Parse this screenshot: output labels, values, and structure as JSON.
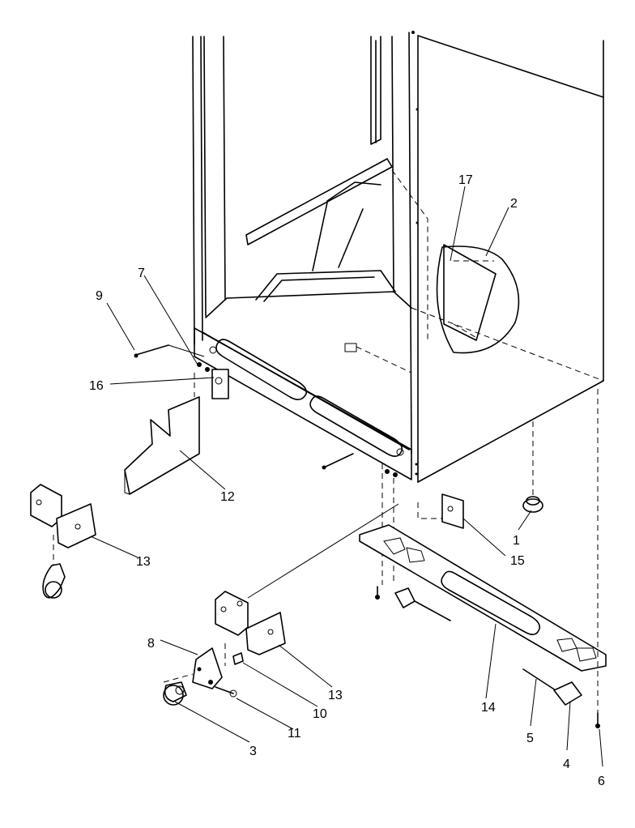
{
  "diagram": {
    "callouts": [
      {
        "id": "1",
        "text": "1"
      },
      {
        "id": "2",
        "text": "2"
      },
      {
        "id": "3",
        "text": "3"
      },
      {
        "id": "4",
        "text": "4"
      },
      {
        "id": "5",
        "text": "5"
      },
      {
        "id": "6",
        "text": "6"
      },
      {
        "id": "7",
        "text": "7"
      },
      {
        "id": "8",
        "text": "8"
      },
      {
        "id": "9",
        "text": "9"
      },
      {
        "id": "10",
        "text": "10"
      },
      {
        "id": "11",
        "text": "11"
      },
      {
        "id": "12",
        "text": "12"
      },
      {
        "id": "13a",
        "text": "13"
      },
      {
        "id": "13b",
        "text": "13"
      },
      {
        "id": "14",
        "text": "14"
      },
      {
        "id": "15",
        "text": "15"
      },
      {
        "id": "16",
        "text": "16"
      },
      {
        "id": "17",
        "text": "17"
      }
    ]
  }
}
